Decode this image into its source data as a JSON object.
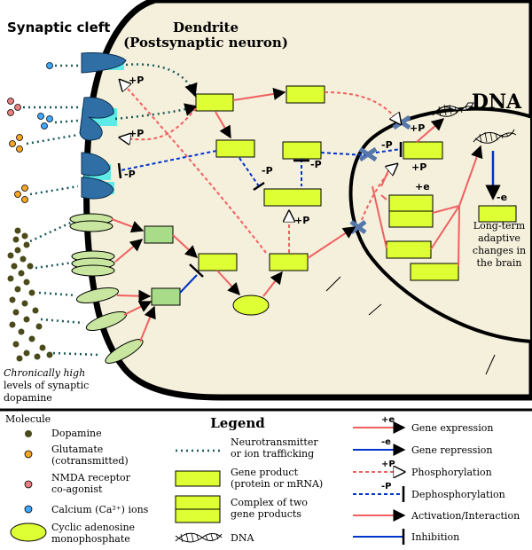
{
  "labels": {
    "synaptic_cleft": "Synaptic cleft",
    "dendrite": "Dendrite",
    "postsynaptic": "(Postsynaptic neuron)",
    "dna": "DNA",
    "chronic_1": "Chronically high",
    "chronic_2": "levels of synaptic",
    "chronic_3": "dopamine",
    "longterm_1": "Long-term",
    "longterm_2": "adaptive",
    "longterm_3": "changes in",
    "longterm_4": "the brain"
  },
  "marks": {
    "plus_p": "+P",
    "minus_p": "-P",
    "plus_e": "+e",
    "minus_e": "-e"
  },
  "legend": {
    "title": "Legend",
    "molecule_header": "Molecule",
    "molecules": [
      {
        "label_1": "Dopamine",
        "label_2": ""
      },
      {
        "label_1": "Glutamate",
        "label_2": "(cotransmitted)"
      },
      {
        "label_1": "NMDA receptor",
        "label_2": "co-agonist"
      },
      {
        "label_1": "Calcium (Ca²⁺) ions",
        "label_2": ""
      },
      {
        "label_1": "Cyclic adenosine",
        "label_2": "monophosphate"
      }
    ],
    "middle": [
      {
        "label_1": "Neurotransmitter",
        "label_2": "or ion trafficking"
      },
      {
        "label_1": "Gene product",
        "label_2": "(protein or mRNA)"
      },
      {
        "label_1": "Complex of two",
        "label_2": "gene products"
      },
      {
        "label_1": "DNA",
        "label_2": ""
      }
    ],
    "right": [
      {
        "label": "Gene expression",
        "mark": "+e"
      },
      {
        "label": "Gene repression",
        "mark": "-e"
      },
      {
        "label": "Phosphorylation",
        "mark": "+P"
      },
      {
        "label": "Dephosphorylation",
        "mark": "-P"
      },
      {
        "label": "Activation/Interaction",
        "mark": ""
      },
      {
        "label": "Inhibition",
        "mark": ""
      }
    ]
  },
  "colors": {
    "cell_fill": "#f5f0dc",
    "membrane": "#000000",
    "gene_product": "#ddff33",
    "pale_product": "#a8dc88",
    "receptor_blue": "#2f6fa6",
    "channel_green": "#c8e6a0",
    "cyan_glow": "#38e8e8",
    "dopamine": "#4a4a1a",
    "glutamate": "#f5a623",
    "nmda": "#e88080",
    "calcium": "#40a8ff",
    "activation": "#f06060",
    "inhibition_blue": "#0033cc",
    "traffic": "#1a5a5a"
  }
}
